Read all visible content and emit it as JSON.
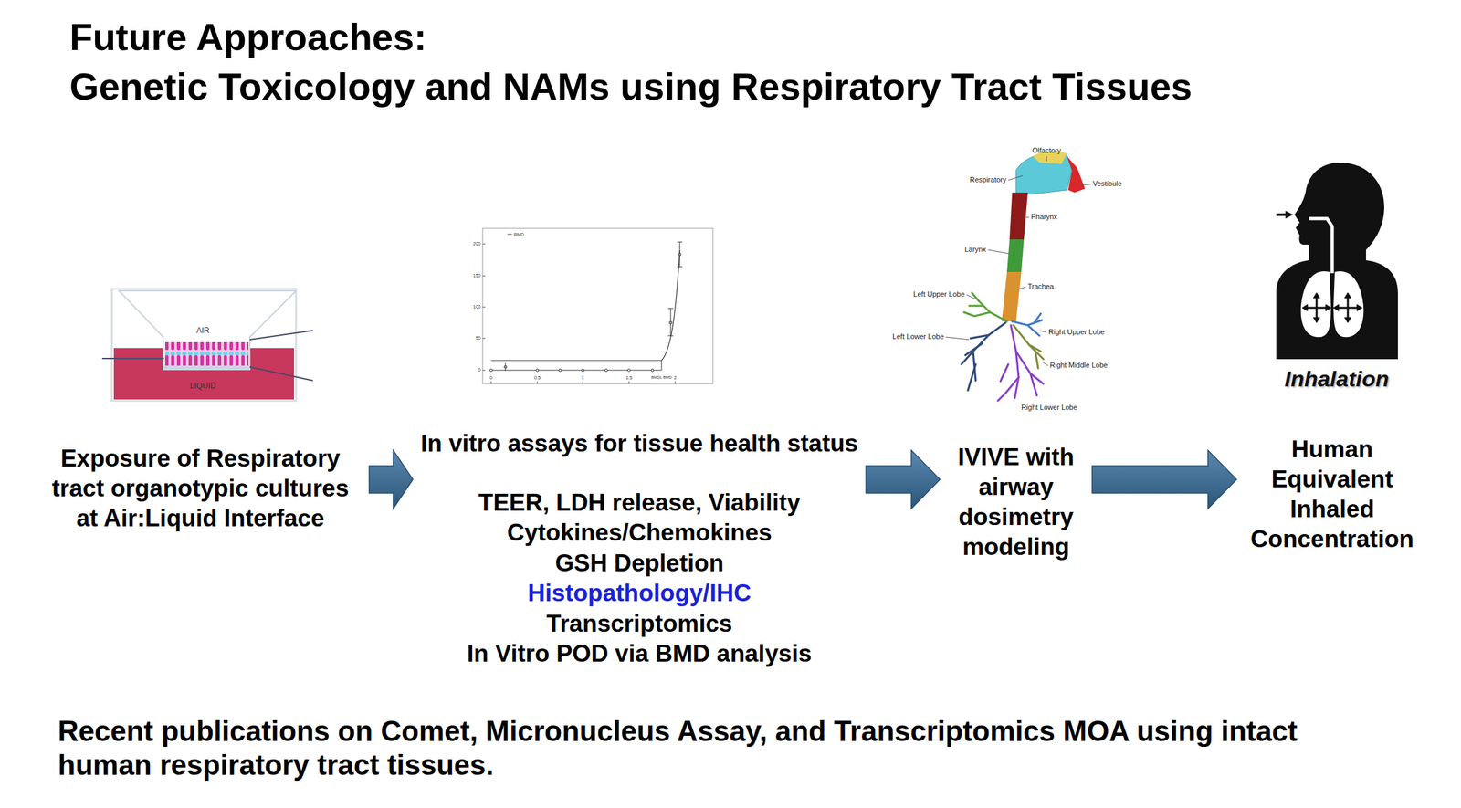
{
  "diagram": {
    "title": "Future Approaches:",
    "caption": "Recent publications on Comet, Micronucleus Assay, and Transcriptomics MOA using intact human respiratory tract tissues.",
    "nodes": [
      {
        "text": [
          "Exposure of Respiratory tract organotypic cultures at Air:Liquid Interface"
        ]
      },
      {
        "text": [
          "In vitro assays for tissue health status",
          "TEER, LDH release, Viability",
          "Cytokines/Chemokines",
          "GSH Depletion",
          "Histopathology/IHC",
          "Transcriptomics",
          "In Vitro POD via BMD analysis"
        ]
      },
      {
        "text": [
          "IVIVE with airway dosimetry modeling"
        ]
      },
      {
        "text": [
          "Human Equivalent Inhaled Concentration"
        ]
      }
    ],
    "edges": [
      {
        "from": 0,
        "to": 1,
        "arrow": "to"
      },
      {
        "from": 1,
        "to": 2,
        "arrow": "to"
      },
      {
        "from": 2,
        "to": 3,
        "arrow": "to"
      }
    ],
    "labels": [
      "Genetic Toxicology and NAMs using Respiratory Tract Tissues",
      "AIR",
      "LIQUID",
      "BMD",
      "200",
      "150",
      "100",
      "50",
      "0",
      "0",
      "0.5",
      "1",
      "1.5",
      "2",
      "BMDL BMD",
      "Olfactory",
      "Respiratory",
      "Vestibule",
      "Pharynx",
      "Larynx",
      "Trachea",
      "Left Upper Lobe",
      "Left Lower Lobe",
      "Right Upper Lobe",
      "Right Middle Lobe",
      "Right Lower Lobe",
      "Inhalation"
    ]
  }
}
